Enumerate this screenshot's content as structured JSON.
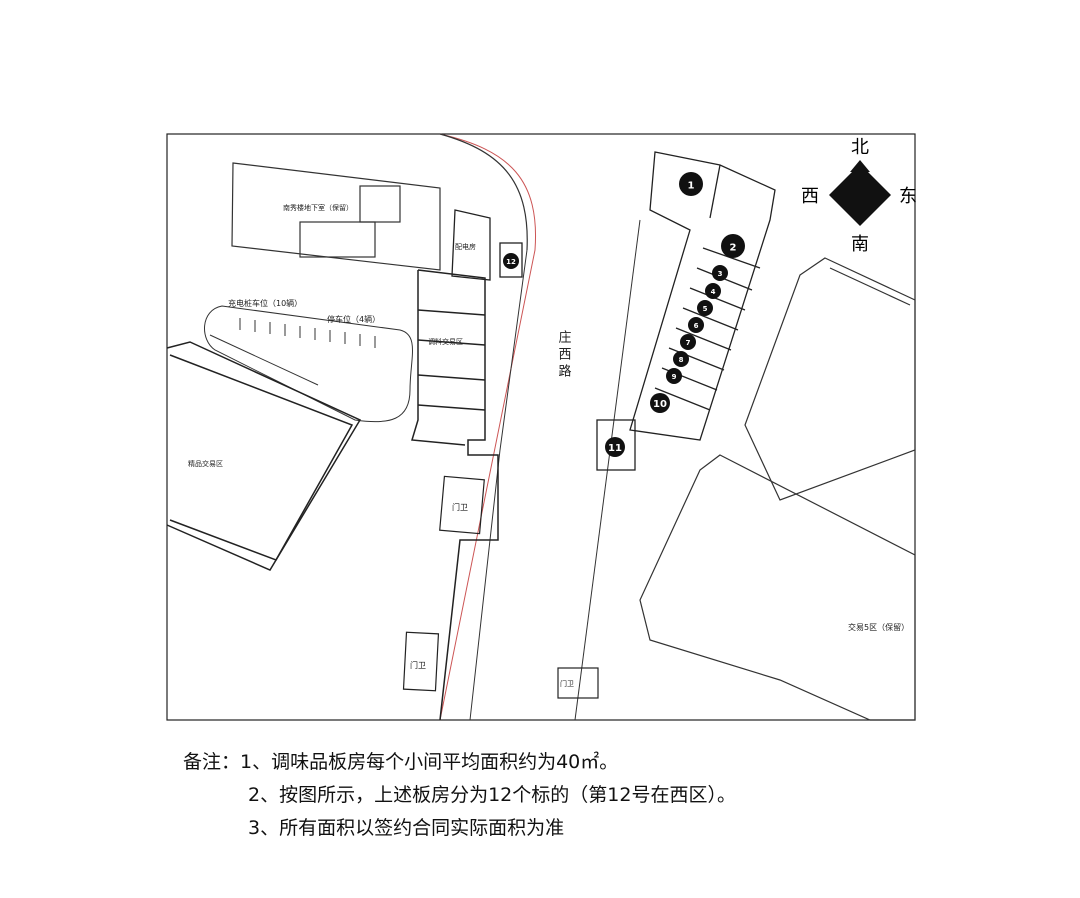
{
  "compass": {
    "north": "北",
    "south": "南",
    "west": "西",
    "east": "东"
  },
  "map_labels": {
    "basement": "南秀楼地下室（保留）",
    "power_room": "配电房",
    "car_parking": "充电桩车位（10辆）",
    "bike_parking": "停车位（4辆）",
    "seasoning_area": "调料交易区",
    "fine_goods_area": "精品交易区",
    "road": "庄 西 路",
    "gate_small_1": "门卫",
    "gate_small_2": "门卫",
    "gate_small_3": "门卫",
    "trade_zone5": "交易5区（保留）"
  },
  "stalls": [
    "1",
    "2",
    "3",
    "4",
    "5",
    "6",
    "7",
    "8",
    "9",
    "10",
    "11",
    "12"
  ],
  "notes": {
    "line1": "备注：1、调味品板房每个小间平均面积约为40㎡。",
    "line2": "2、按图所示，上述板房分为12个标的（第12号在西区）。",
    "line3": "3、所有面积以签约合同实际面积为准"
  }
}
